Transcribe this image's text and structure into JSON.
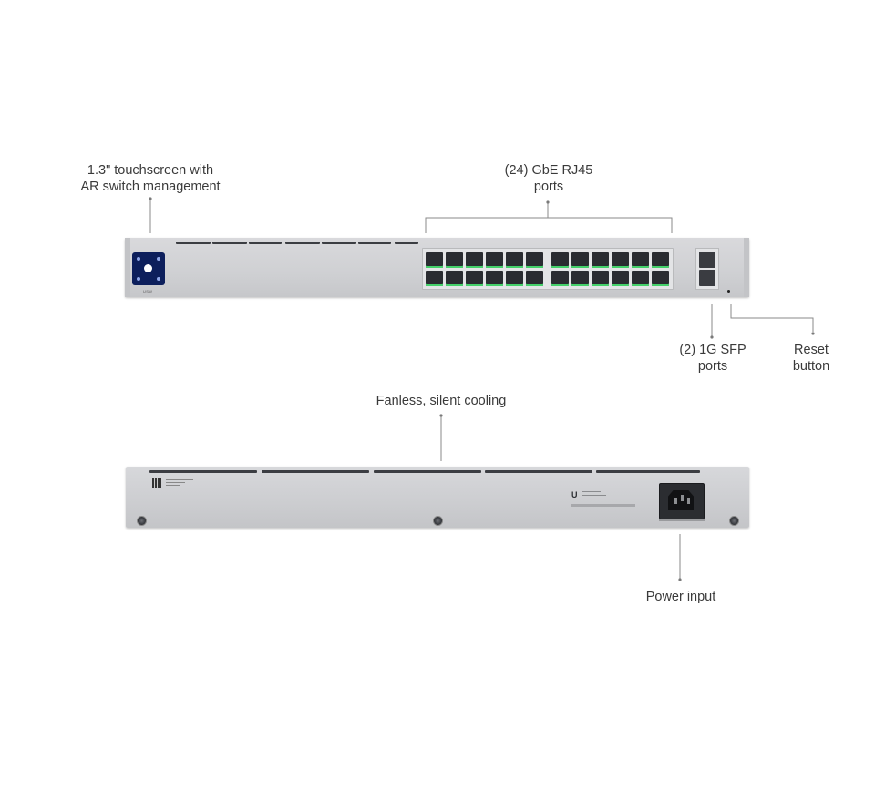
{
  "callouts": {
    "touchscreen": [
      "1.3\" touchscreen with",
      "AR switch management"
    ],
    "rj45": [
      "(24) GbE RJ45",
      "ports"
    ],
    "sfp": [
      "(2) 1G SFP",
      "ports"
    ],
    "reset": [
      "Reset",
      "button"
    ],
    "cooling": "Fanless, silent cooling",
    "power": "Power input"
  },
  "device": {
    "front_logo": "USW",
    "brand_mark": "U",
    "colors": {
      "chassis": "#d2d3d6",
      "screen": "#0d1f5c",
      "port_led": "#44d16a",
      "leader_line": "#8a8a8a"
    },
    "icons": [
      "touchscreen-icon",
      "rj45-port-icon",
      "sfp-port-icon",
      "reset-hole-icon",
      "power-socket-icon",
      "screw-icon"
    ]
  }
}
